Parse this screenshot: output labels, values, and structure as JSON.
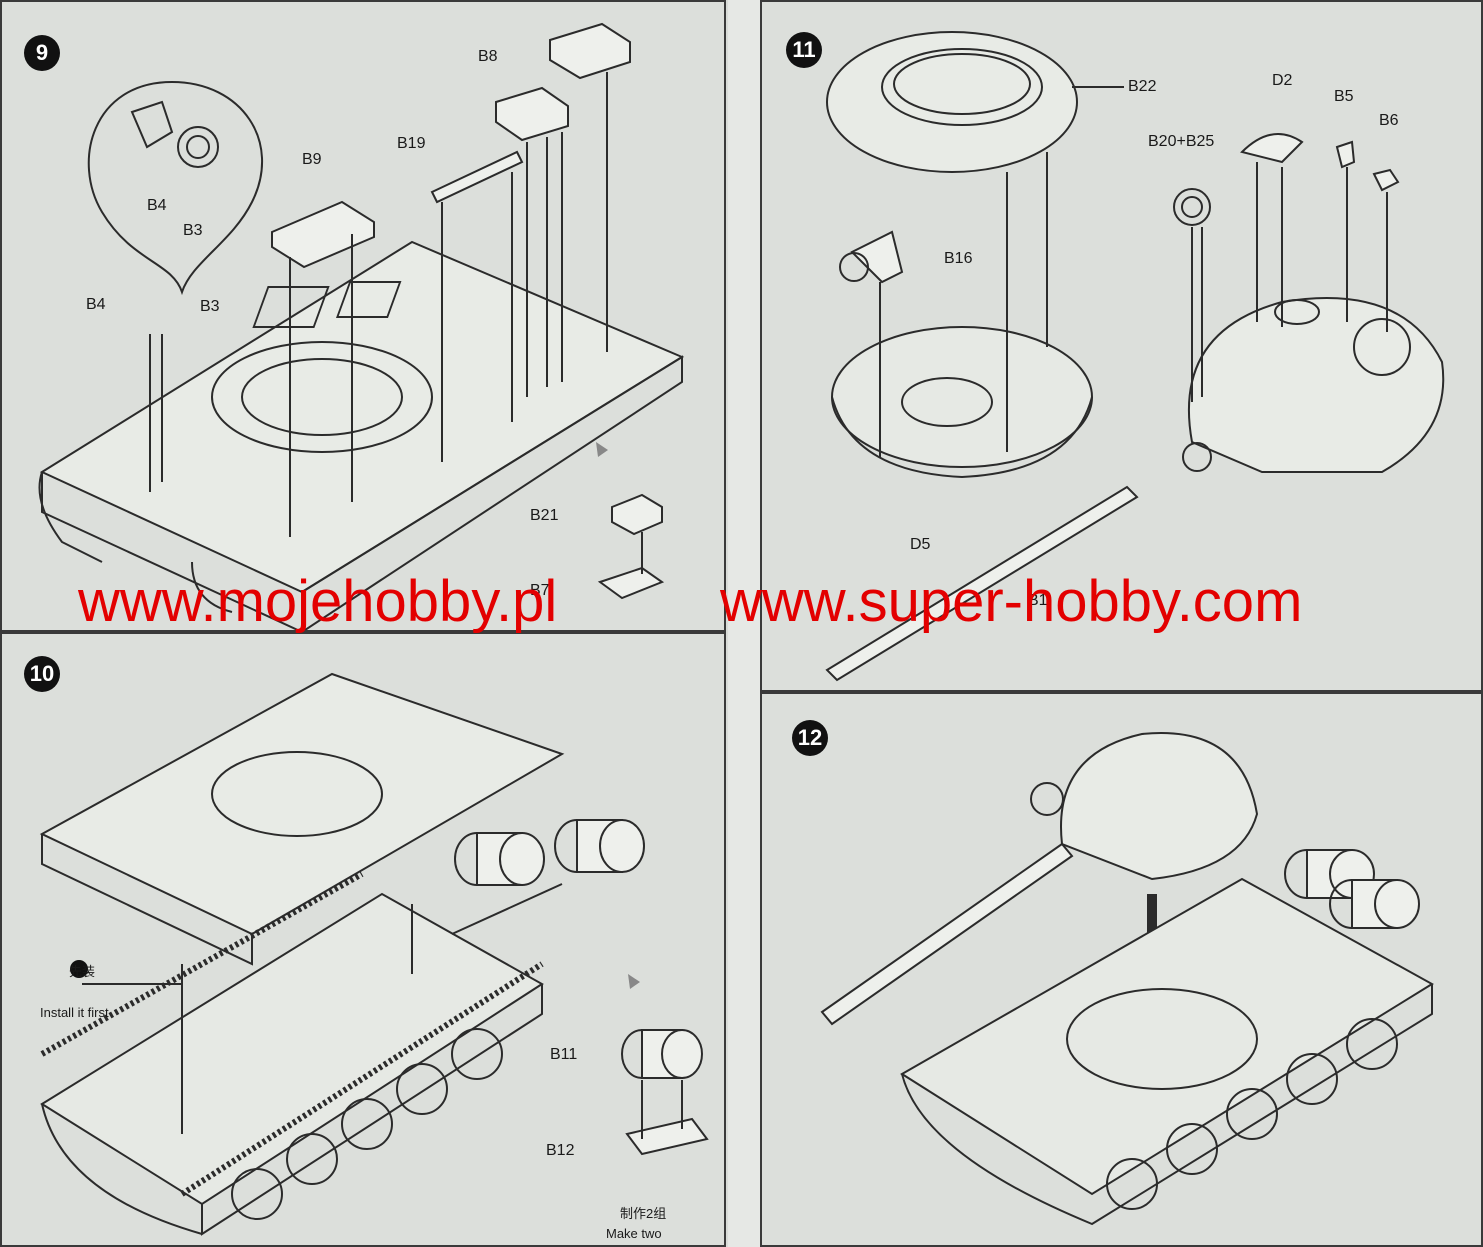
{
  "steps": {
    "s9": {
      "number": "9",
      "labels": {
        "b8": "B8",
        "b19": "B19",
        "b9": "B9",
        "b4_callout": "B4",
        "b3_callout": "B3",
        "b4": "B4",
        "b3": "B3",
        "b21": "B21",
        "b7": "B7"
      }
    },
    "s10": {
      "number": "10",
      "labels": {
        "b11": "B11",
        "b12": "B12"
      },
      "install_first_cn": "先装",
      "install_first_en": "Install it first",
      "make_two_cn": "制作2组",
      "make_two_en": "Make two"
    },
    "s11": {
      "number": "11",
      "labels": {
        "b22": "B22",
        "d2": "D2",
        "b5": "B5",
        "b6": "B6",
        "b20_b25": "B20+B25",
        "b16": "B16",
        "d5": "D5",
        "b_barrel": "B1"
      }
    },
    "s12": {
      "number": "12"
    }
  },
  "watermark": {
    "left": "www.mojehobby.pl",
    "right": "www.super-hobby.com"
  },
  "colors": {
    "paper": "#dcdfdb",
    "line": "#2b2b2b",
    "watermark": "#e30000",
    "badge": "#111111"
  }
}
